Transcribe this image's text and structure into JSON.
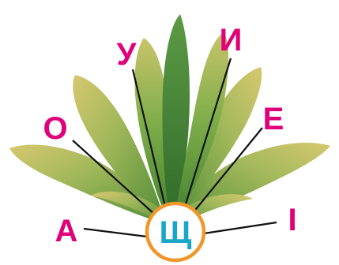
{
  "center": {
    "letter": "Щ"
  },
  "vowels": [
    {
      "id": "a",
      "letter": "А"
    },
    {
      "id": "o",
      "letter": "О"
    },
    {
      "id": "u",
      "letter": "У"
    },
    {
      "id": "y",
      "letter": "И"
    },
    {
      "id": "e",
      "letter": "Е"
    },
    {
      "id": "i",
      "letter": "І"
    }
  ],
  "colors": {
    "letter": "#e0007a",
    "center_letter": "#1aa6c9",
    "center_ring": "#f0962a",
    "line": "#111111",
    "leaf_dark": "#4f8f3a",
    "leaf_mid": "#7fae4a",
    "leaf_light": "#c9c766"
  }
}
